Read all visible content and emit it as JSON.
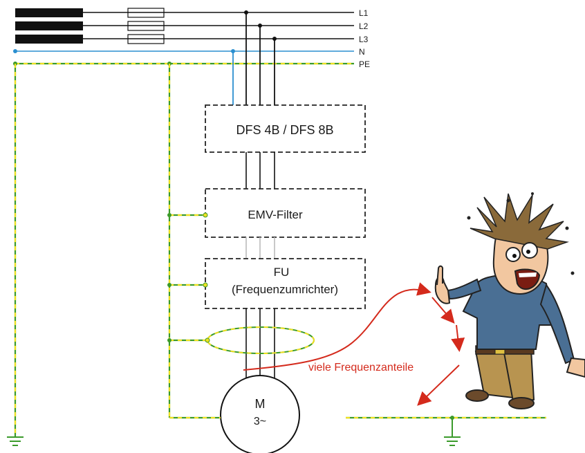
{
  "lines": {
    "l1": "L1",
    "l2": "L2",
    "l3": "L3",
    "n": "N",
    "pe": "PE"
  },
  "boxes": {
    "dfs": "DFS 4B / DFS 8B",
    "emv": "EMV-Filter",
    "fu_line1": "FU",
    "fu_line2": "(Frequenzumrichter)"
  },
  "motor": {
    "line1": "M",
    "line2": "3~"
  },
  "annotation": "viele Frequenzanteile",
  "colors": {
    "phase": "#111111",
    "neutral": "#2a8fd0",
    "pe_green": "#3a9a2a",
    "pe_yellow": "#f0e020",
    "arrow_red": "#d42a1c"
  },
  "icons": [
    "ground-symbol-icon",
    "frightened-man-illustration"
  ]
}
